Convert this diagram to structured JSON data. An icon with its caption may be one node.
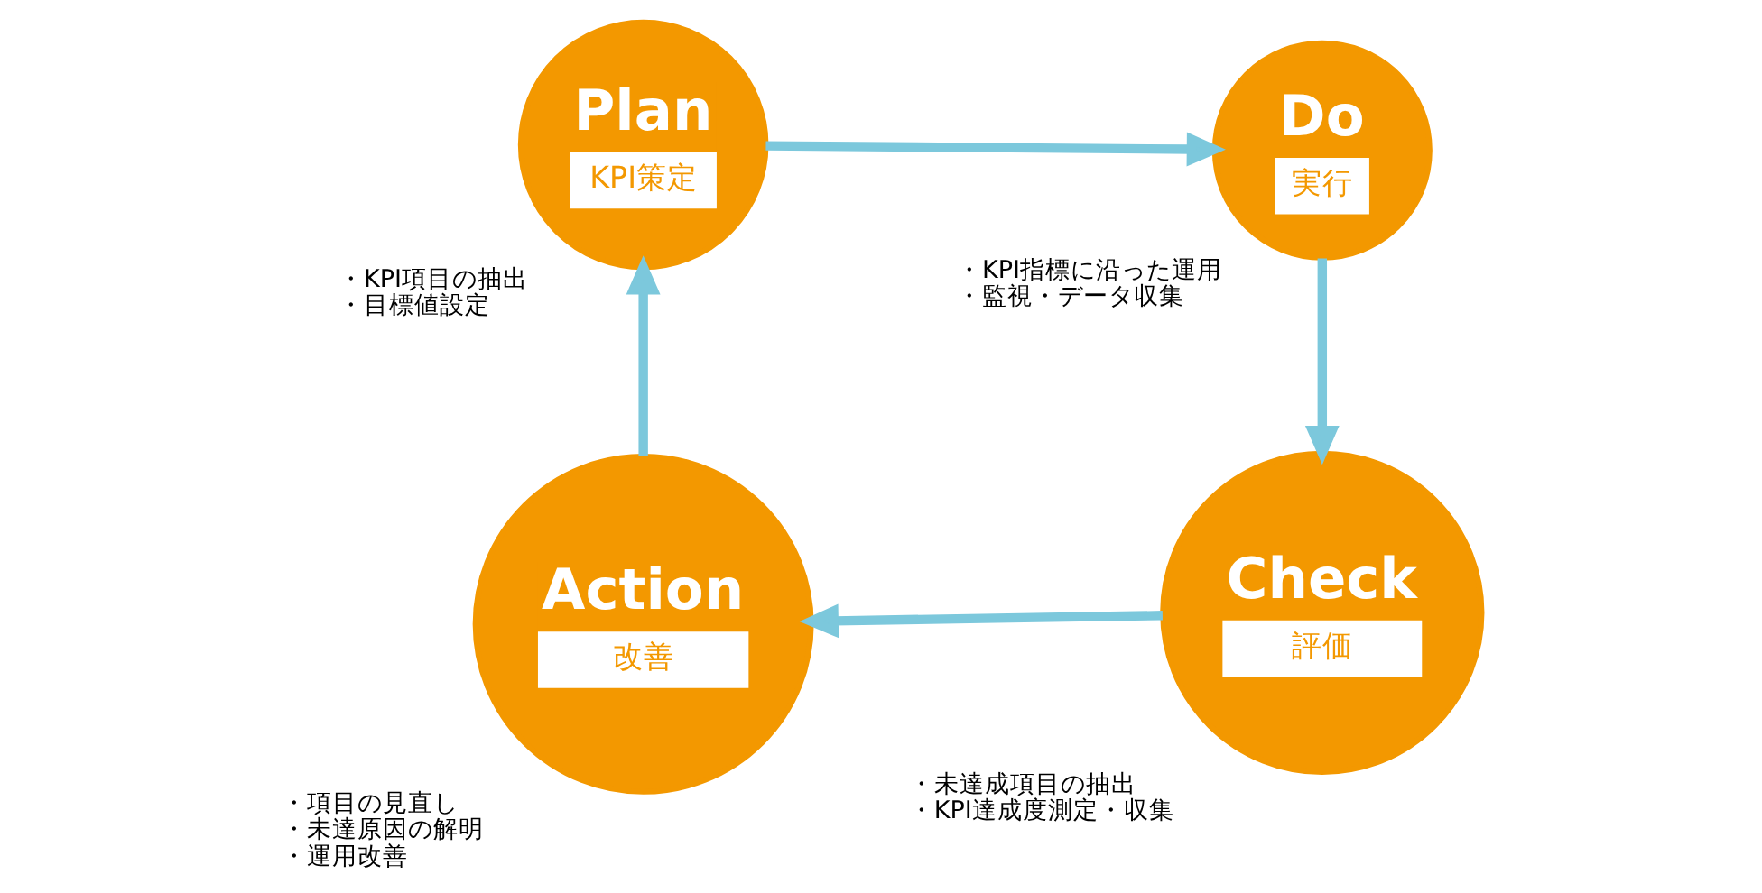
{
  "diagram": {
    "nodes": [
      {
        "text": [
          "Plan",
          "KPI策定"
        ],
        "beside": [
          "・KPI項目の抽出",
          "・目標値設定"
        ]
      },
      {
        "text": [
          "Do",
          "実行"
        ],
        "beside": [
          "・KPI指標に沿った運用",
          "・監視・データ収集"
        ]
      },
      {
        "text": [
          "Check",
          "評価"
        ],
        "beside": [
          "・未達成項目の抽出",
          "・KPI達成度測定・収集"
        ]
      },
      {
        "text": [
          "Action",
          "改善"
        ],
        "beside": [
          "・項目の見直し",
          "・未達原因の解明",
          "・運用改善"
        ]
      }
    ],
    "edges": [
      {
        "from": 0,
        "to": 1,
        "arrow": "to"
      },
      {
        "from": 1,
        "to": 2,
        "arrow": "to"
      },
      {
        "from": 2,
        "to": 3,
        "arrow": "to"
      },
      {
        "from": 3,
        "to": 0,
        "arrow": "to"
      }
    ]
  }
}
